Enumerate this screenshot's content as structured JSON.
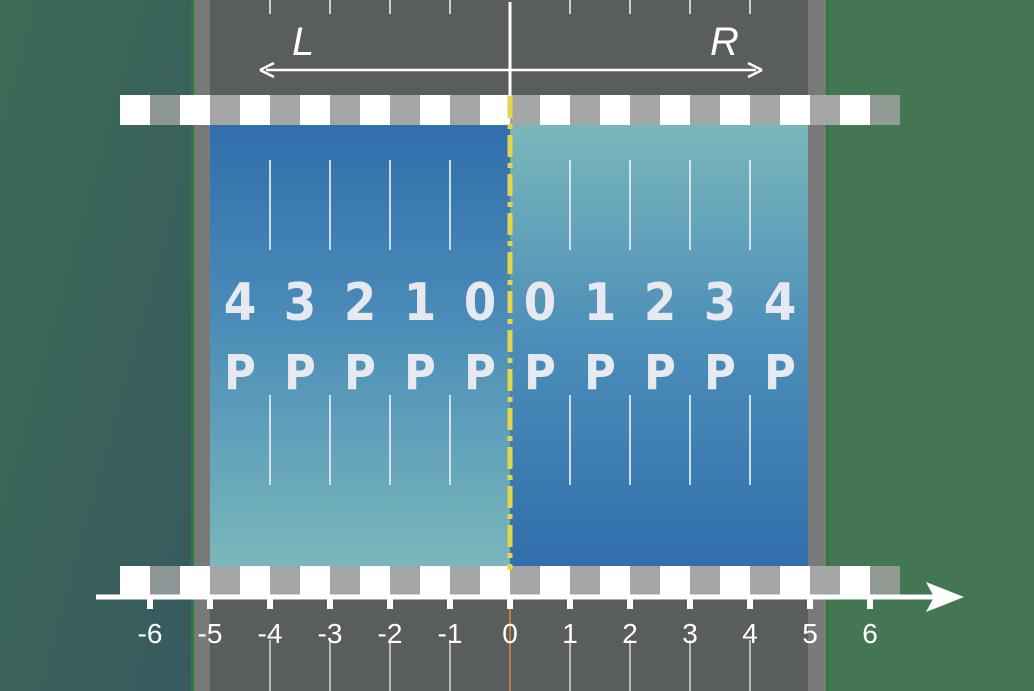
{
  "colors": {
    "grass_left": "#3c5f5e",
    "grass_right": "#437652",
    "road": "#5a5d5d",
    "shoulder": "#7a7c7b",
    "zone_dark": "#2f6fb0",
    "zone_light": "#7cbcc0",
    "centerline": "#e3d64a",
    "stripe_white": "#ffffff",
    "stripe_gray": "#a9a9a9"
  },
  "directions": {
    "left": "L",
    "right": "R"
  },
  "left_lanes": [
    {
      "num": "4",
      "p": "P"
    },
    {
      "num": "3",
      "p": "P"
    },
    {
      "num": "2",
      "p": "P"
    },
    {
      "num": "1",
      "p": "P"
    },
    {
      "num": "0",
      "p": "P"
    }
  ],
  "right_lanes": [
    {
      "num": "0",
      "p": "P"
    },
    {
      "num": "1",
      "p": "P"
    },
    {
      "num": "2",
      "p": "P"
    },
    {
      "num": "3",
      "p": "P"
    },
    {
      "num": "4",
      "p": "P"
    }
  ],
  "axis": {
    "ticks": [
      "-6",
      "-5",
      "-4",
      "-3",
      "-2",
      "-1",
      "0",
      "1",
      "2",
      "3",
      "4",
      "5",
      "6"
    ]
  }
}
